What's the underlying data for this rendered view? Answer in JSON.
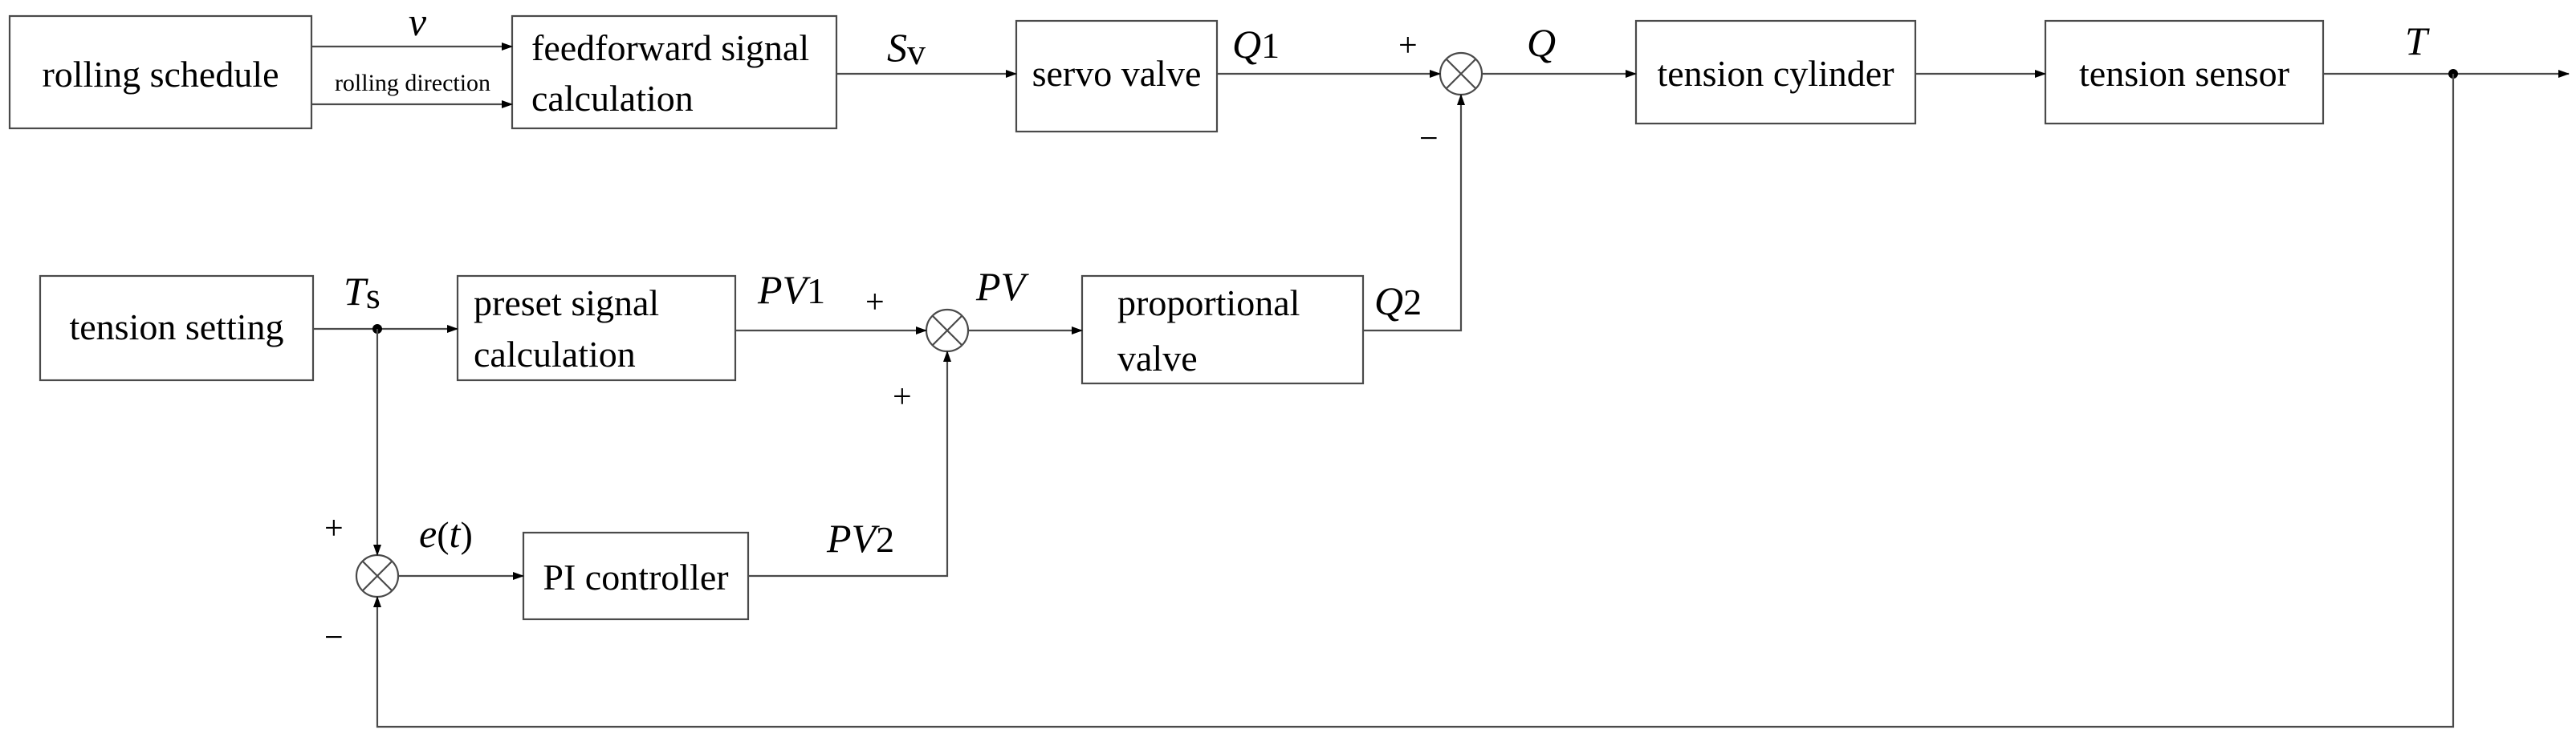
{
  "blocks": {
    "rolling_schedule": "rolling schedule",
    "feedforward_line1": "feedforward signal",
    "feedforward_line2": "calculation",
    "servo_valve": "servo valve",
    "tension_cylinder": "tension cylinder",
    "tension_sensor": "tension sensor",
    "tension_setting": "tension setting",
    "preset_line1": "preset signal",
    "preset_line2": "calculation",
    "proportional_line1": "proportional",
    "proportional_line2": "valve",
    "pi_controller": "PI controller"
  },
  "signals": {
    "v": "v",
    "rolling_direction": "rolling direction",
    "sv_main": "S",
    "sv_sub": "v",
    "q1_var": "Q",
    "q1_num": "1",
    "q": "Q",
    "t": "T",
    "ts_main": "T",
    "ts_sub": "s",
    "pv1_var": "PV",
    "pv1_num": "1",
    "pv": "PV",
    "q2_var": "Q",
    "q2_num": "2",
    "et_e": "e",
    "et_open": "(",
    "et_t": "t",
    "et_close": ")",
    "pv2_var": "PV",
    "pv2_num": "2"
  },
  "signs": {
    "sum_top_plus": "+",
    "sum_top_minus": "−",
    "sum_mid_plus_left": "+",
    "sum_mid_plus_bottom": "+",
    "sum_bottom_plus": "+",
    "sum_bottom_minus": "−"
  }
}
